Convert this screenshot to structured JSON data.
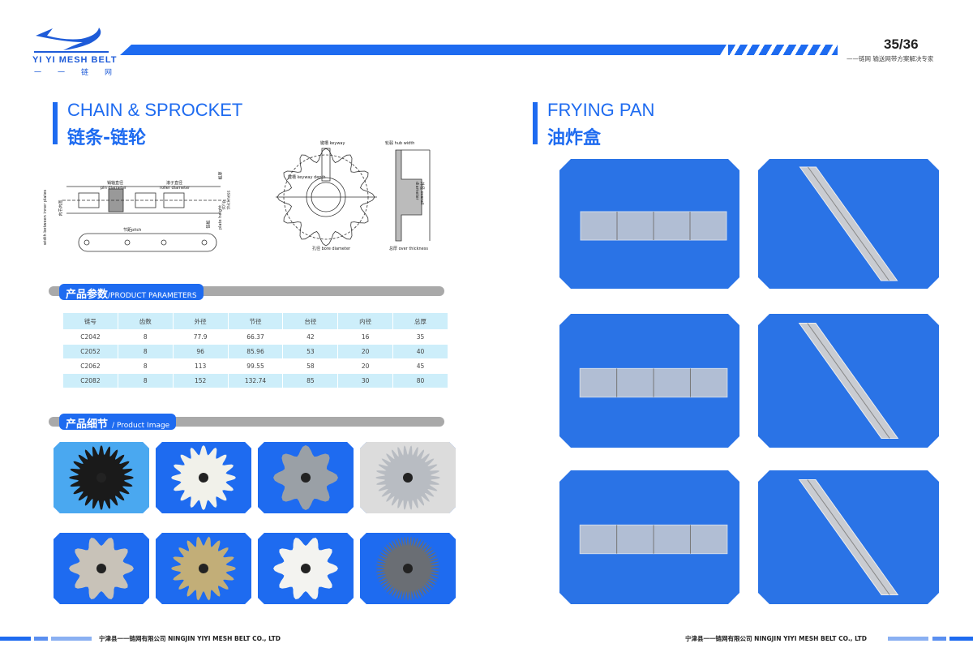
{
  "header": {
    "logo_text": "YI YI MESH BELT",
    "logo_cn": "一一链网",
    "page_number": "35/36",
    "slogan": "——链网 输送网带方案解决专家",
    "accent_color": "#1e6bf0"
  },
  "left": {
    "title_en": "CHAIN & SPROCKET",
    "title_cn": "链条-链轮",
    "diagram_labels": {
      "pin_cn": "销轴直径",
      "pin_en": "pin diameter",
      "roller_cn": "滚子直径",
      "roller_en": "roller diameter",
      "inner_cn": "内节内宽",
      "inner_en": "width between inner plates",
      "pitch": "节距pitch",
      "plate_cn": "链板",
      "plate_en": "plate height",
      "strip_cn": "板厚",
      "strip_en": "strip thickness",
      "keyway": "键槽 keyway",
      "keyway_depth": "键槽 keyway depth",
      "bore": "孔径 bore diameter",
      "hub_width": "轮毂 hub width",
      "overall_diameter": "外径 overall diameter",
      "overall_thickness": "总厚 over thickness"
    },
    "params_label_cn": "产品参数",
    "params_label_en": "/PRODUCT PARAMETERS",
    "table": {
      "headers": [
        "链号",
        "齿数",
        "外径",
        "节径",
        "台径",
        "内径",
        "总厚"
      ],
      "rows": [
        [
          "C2042",
          "8",
          "77.9",
          "66.37",
          "42",
          "16",
          "35"
        ],
        [
          "C2052",
          "8",
          "96",
          "85.96",
          "53",
          "20",
          "40"
        ],
        [
          "C2062",
          "8",
          "113",
          "99.55",
          "58",
          "20",
          "45"
        ],
        [
          "C2082",
          "8",
          "152",
          "132.74",
          "85",
          "30",
          "80"
        ]
      ]
    },
    "images_label_cn": "产品细节",
    "images_label_en": "/ Product Image"
  },
  "right": {
    "title_en": "FRYING PAN",
    "title_cn": "油炸盒"
  },
  "footer": {
    "left": "宁津县一一链网有限公司 NINGJIN YIYI MESH BELT CO., LTD",
    "right": "宁津县一一链网有限公司 NINGJIN YIYI MESH BELT CO., LTD"
  }
}
